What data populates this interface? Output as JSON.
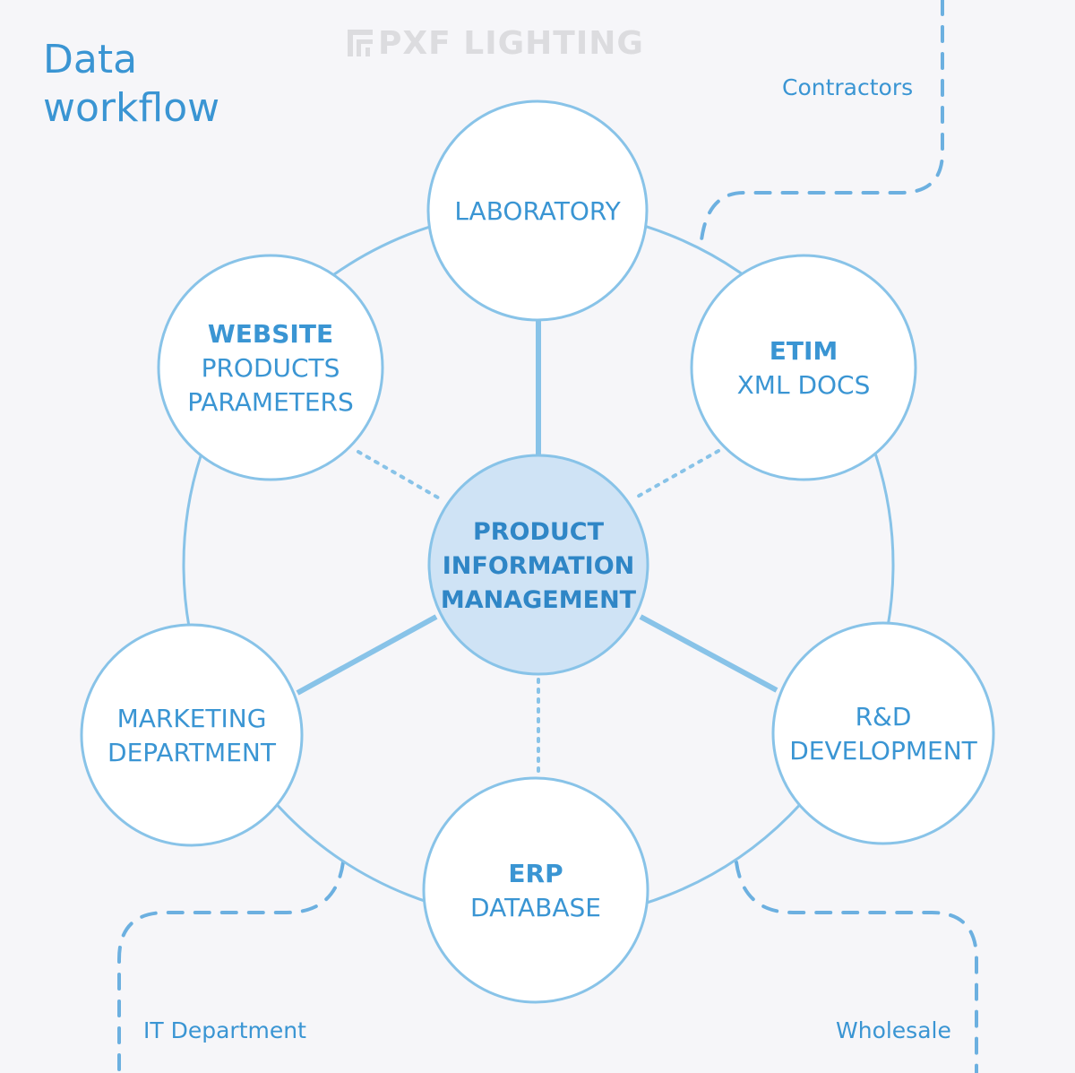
{
  "title": {
    "line1": "Data",
    "line2": "workflow"
  },
  "logo": {
    "text": "PXF LIGHTING"
  },
  "external": {
    "contractors": "Contractors",
    "it_department": "IT Department",
    "wholesale": "Wholesale"
  },
  "nodes": {
    "center": {
      "lines": [
        "PRODUCT",
        "INFORMATION",
        "MANAGEMENT"
      ]
    },
    "laboratory": {
      "bold": "",
      "lines": [
        "LABORATORY"
      ]
    },
    "website": {
      "bold": "WEBSITE",
      "lines": [
        "PRODUCTS",
        "PARAMETERS"
      ]
    },
    "etim": {
      "bold": "ETIM",
      "lines": [
        "XML DOCS"
      ]
    },
    "marketing": {
      "bold": "",
      "lines": [
        "MARKETING",
        "DEPARTMENT"
      ]
    },
    "rnd": {
      "bold": "",
      "lines": [
        "R&D",
        "DEVELOPMENT"
      ]
    },
    "erp": {
      "bold": "ERP",
      "lines": [
        "DATABASE"
      ]
    }
  },
  "colors": {
    "accent": "#3a95d3",
    "stroke": "#88c3e8",
    "center_fill": "#cfe3f5",
    "node_fill": "#ffffff",
    "background": "#f6f6f9"
  }
}
